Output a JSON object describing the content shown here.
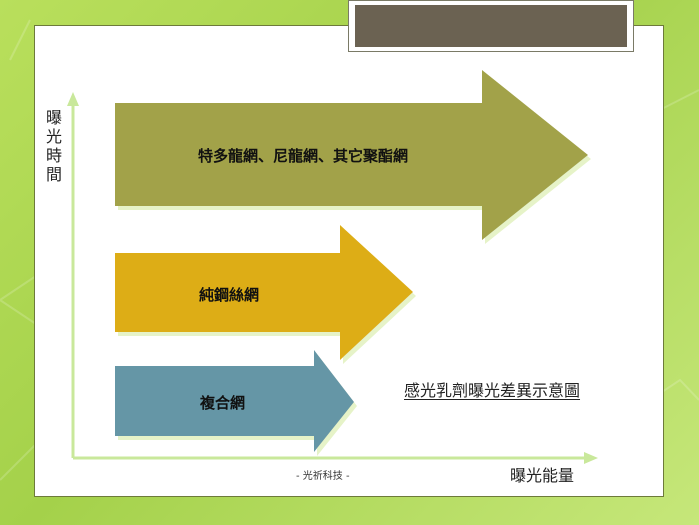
{
  "axes": {
    "y_label": "曝光時間",
    "x_label": "曝光能量"
  },
  "arrows": [
    {
      "label": "特多龍網、尼龍網、其它聚酯網",
      "color": "#a2a24a"
    },
    {
      "label": "純鋼絲網",
      "color": "#ddad17"
    },
    {
      "label": "複合網",
      "color": "#6596a6"
    }
  ],
  "caption": "感光乳劑曝光差異示意圖",
  "footer": "-  光祈科技  -",
  "colors": {
    "background": "#a9d350",
    "axis": "#c9e89b",
    "title_box": "#6b6252"
  }
}
